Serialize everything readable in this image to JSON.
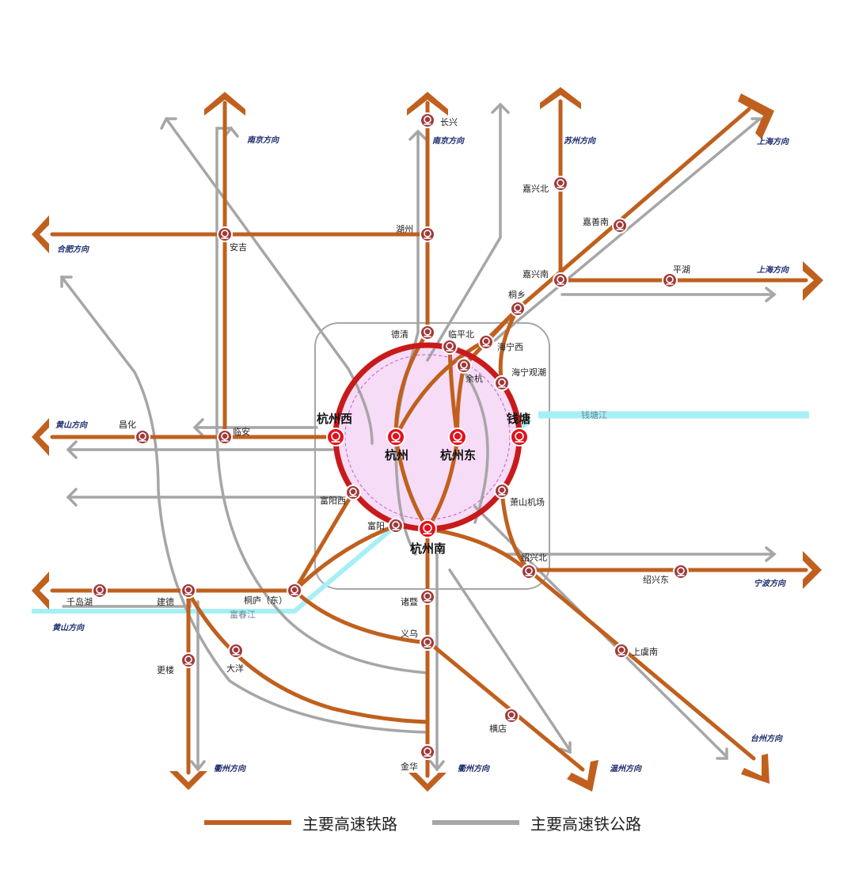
{
  "colors": {
    "rail": "#c0601e",
    "highway": "#a6a6a6",
    "river": "#a6f0f5",
    "ring": "#c81a1a",
    "ring_fill": "#f6dcf6",
    "station": "#a03a3a",
    "main_station": "#e0131e",
    "direction_label": "#1a2a6c"
  },
  "stations": {
    "changxing": "长兴",
    "huzhou": "湖州",
    "anji": "安吉",
    "jiaxingbei": "嘉兴北",
    "jiashannan": "嘉善南",
    "jiaxingnan": "嘉兴南",
    "pinghu": "平湖",
    "tongxiang": "桐乡",
    "deqing": "德清",
    "linpingbei": "临平北",
    "hainingxi": "海宁西",
    "yuhang": "余杭",
    "haininguanchao": "海宁观潮",
    "changhua": "昌化",
    "linan": "临安",
    "hangzhouxi": "杭州西",
    "hangzhou": "杭州",
    "hangzhoudong": "杭州东",
    "qiantang": "钱塘",
    "fuyangxi": "富阳西",
    "xiaoshanjichang": "萧山机场",
    "fuyang": "富阳",
    "hangzhounan": "杭州南",
    "shaoxingbei": "绍兴北",
    "shaoxingdong": "绍兴东",
    "qiandaohu": "千岛湖",
    "jiande": "建德",
    "tonglu": "桐庐（东）",
    "zhuji": "诸暨",
    "yiwu": "义乌",
    "gengou": "更楼",
    "dayang": "大洋",
    "shangyunan": "上虞南",
    "hengdian": "横店",
    "jinhua": "金华"
  },
  "directions": {
    "nanjing_1": "南京方向",
    "nanjing_2": "南京方向",
    "suzhou": "苏州方向",
    "shanghai_1": "上海方向",
    "shanghai_2": "上海方向",
    "hefei": "合肥方向",
    "huangshan_1": "黄山方向",
    "huangshan_2": "黄山方向",
    "ningbo": "宁波方向",
    "taizhou": "台州方向",
    "quzhou_1": "衢州方向",
    "quzhou_2": "衢州方向",
    "wenzhou": "温州方向"
  },
  "rivers": {
    "qiantangjiang": "钱塘江",
    "fuchunjiang": "富春江"
  },
  "legend": {
    "rail_label": "主要高速铁路",
    "highway_label": "主要高速铁公路"
  }
}
